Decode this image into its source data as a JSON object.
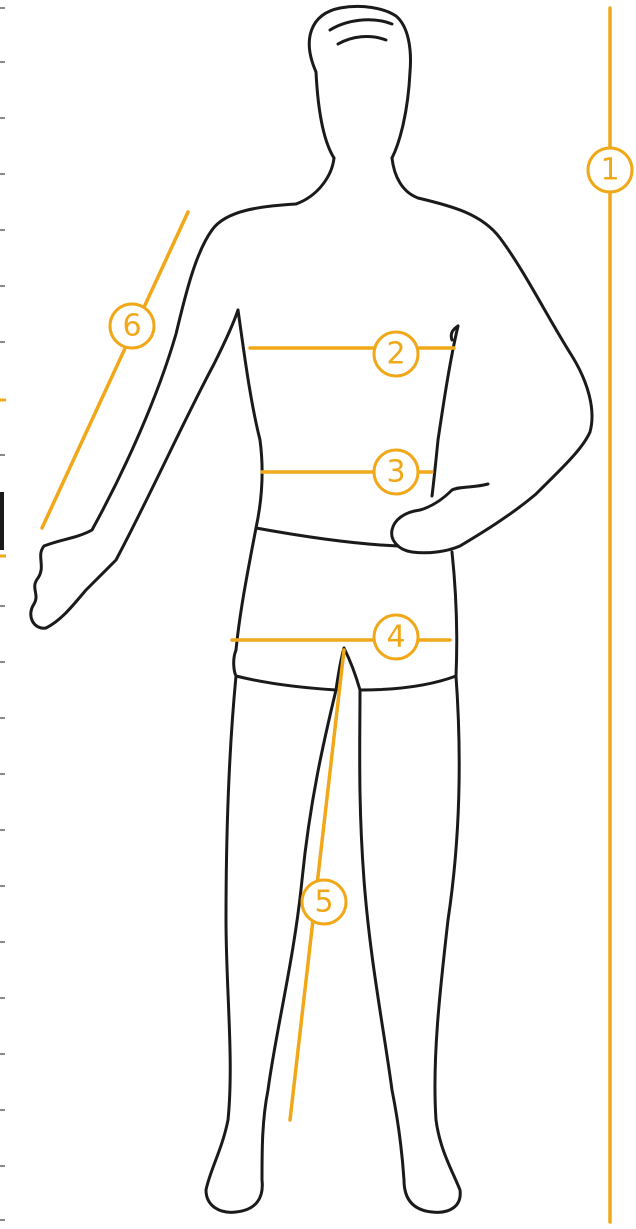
{
  "colors": {
    "measure": "#f0a818",
    "outline": "#1a1a1a",
    "background": "#ffffff"
  },
  "markers": [
    {
      "id": "height",
      "label": "1"
    },
    {
      "id": "chest",
      "label": "2"
    },
    {
      "id": "waist",
      "label": "3"
    },
    {
      "id": "hips",
      "label": "4"
    },
    {
      "id": "inseam",
      "label": "5"
    },
    {
      "id": "sleeve",
      "label": "6"
    }
  ]
}
